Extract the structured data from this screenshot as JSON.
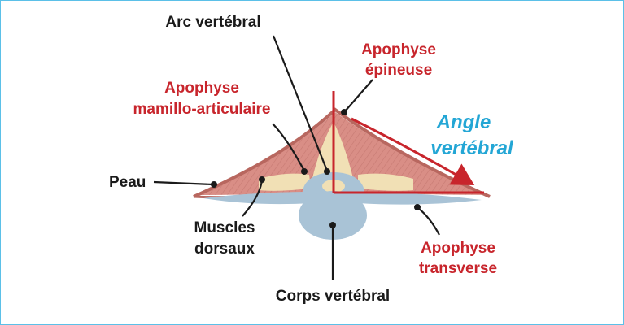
{
  "labels": {
    "arc_vertebral": "Arc vertébral",
    "apophyse_epineuse_1": "Apophyse",
    "apophyse_epineuse_2": "épineuse",
    "apophyse_mamillo_1": "Apophyse",
    "apophyse_mamillo_2": "mamillo-articulaire",
    "angle_vertebral_1": "Angle",
    "angle_vertebral_2": "vertébral",
    "peau": "Peau",
    "muscles_1": "Muscles",
    "muscles_2": "dorsaux",
    "apophyse_transverse_1": "Apophyse",
    "apophyse_transverse_2": "transverse",
    "corps_vertebral": "Corps vertébral"
  },
  "colors": {
    "frame_border": "#5bc0e8",
    "skin": "#b8675f",
    "muscle": "#d98e86",
    "bone_process": "#f1e0b5",
    "vertebral_body": "#a9c3d6",
    "red_label": "#c8252c",
    "blue_label": "#23a6d5",
    "black_label": "#1a1a1a"
  }
}
